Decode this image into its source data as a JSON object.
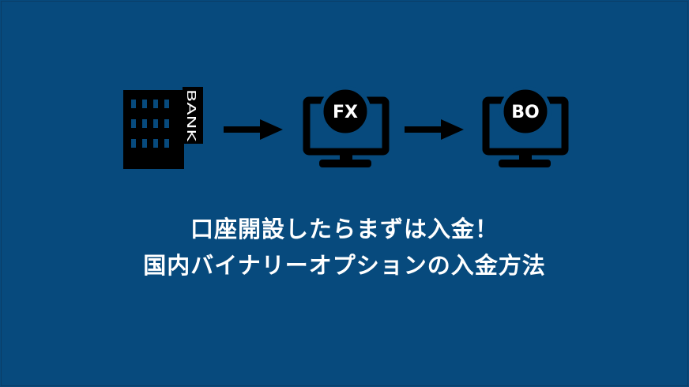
{
  "flow": {
    "bank_label": "BANK",
    "fx_label": "FX",
    "bo_label": "BO"
  },
  "caption": {
    "line1": "口座開設したらまずは入金！",
    "line2": "国内バイナリーオプションの入金方法"
  },
  "colors": {
    "background": "#074a7d",
    "foreground": "#000000",
    "text": "#ffffff"
  }
}
